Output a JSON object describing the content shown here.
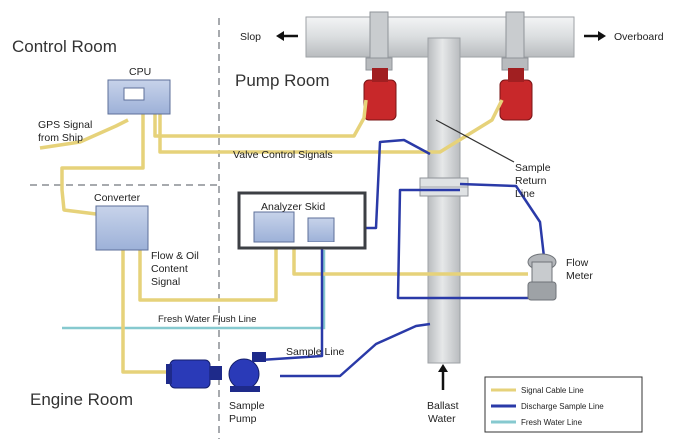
{
  "rooms": {
    "control": "Control Room",
    "pump": "Pump Room",
    "engine": "Engine Room"
  },
  "components": {
    "cpu": "CPU",
    "converter": "Converter",
    "analyzer": "Analyzer Skid",
    "flow_meter_1": "Flow",
    "flow_meter_2": "Meter",
    "sample_pump_1": "Sample",
    "sample_pump_2": "Pump",
    "ballast_1": "Ballast",
    "ballast_2": "Water"
  },
  "labels": {
    "slop": "Slop",
    "overboard": "Overboard",
    "gps_1": "GPS Signal",
    "gps_2": "from Ship",
    "valve_signals": "Valve Control Signals",
    "sample_return_1": "Sample",
    "sample_return_2": "Return",
    "sample_return_3": "Line",
    "flow_oil_1": "Flow & Oil",
    "flow_oil_2": "Content",
    "flow_oil_3": "Signal",
    "fresh_water_flush": "Fresh Water  Flush Line",
    "sample_line": "Sample Line"
  },
  "legend": {
    "items": [
      {
        "label": "Signal Cable Line",
        "color": "#e6d27a"
      },
      {
        "label": "Discharge Sample Line",
        "color": "#2a3aa8"
      },
      {
        "label": "Fresh Water Line",
        "color": "#86c9cf"
      }
    ]
  },
  "colors": {
    "signal": "#e6d27a",
    "discharge": "#2a3aa8",
    "fresh_water": "#86c9cf",
    "pipe": "#d8dcde",
    "box": "#aebfdf",
    "valve": "#c8282a",
    "pump": "#2a3ab8"
  }
}
